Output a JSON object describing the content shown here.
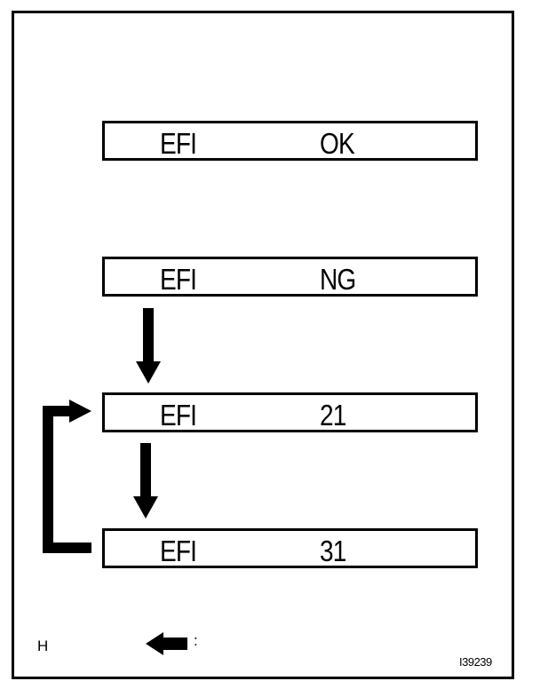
{
  "boxes": [
    {
      "label": "EFI",
      "value": "OK"
    },
    {
      "label": "EFI",
      "value": "NG"
    },
    {
      "label": "EFI",
      "value": "21"
    },
    {
      "label": "EFI",
      "value": "31"
    }
  ],
  "legend": {
    "letter": "H",
    "separator": ":"
  },
  "figure_id": "I39239",
  "colors": {
    "ink": "#000000",
    "background": "#ffffff"
  },
  "icons": [
    "arrow-down-icon",
    "arrow-down-icon",
    "loop-back-arrow-icon",
    "arrow-left-icon"
  ]
}
